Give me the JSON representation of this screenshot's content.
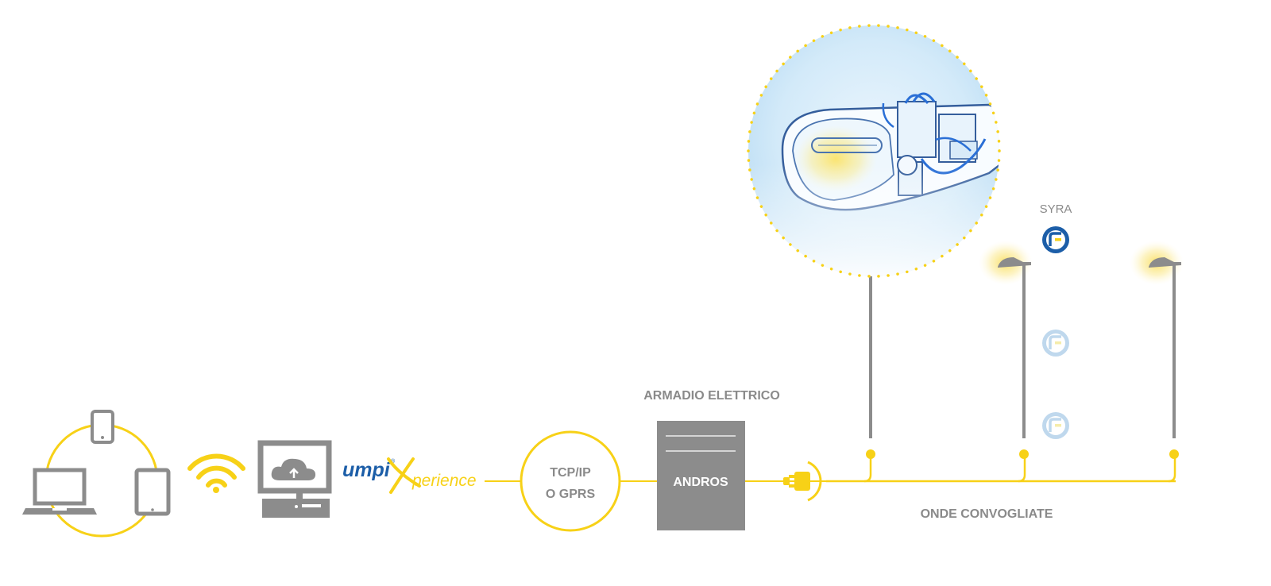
{
  "labels": {
    "cabinet_title": "ARMADIO ELETTRICO",
    "controller_name": "ANDROS",
    "network_line1": "TCP/IP",
    "network_line2": "O GPRS",
    "powerline": "ONDE CONVOGLIATE",
    "module_name": "SYRA"
  },
  "logo": {
    "part1": "umpi",
    "part2": "perience"
  },
  "colors": {
    "accent_yellow": "#f7d117",
    "device_gray": "#8c8c8c",
    "label_gray": "#8a8a8a",
    "brand_blue": "#1c5ea8",
    "faded_blue": "#b9d4ec",
    "bubble_light": "#eaf5fd",
    "bubble_mid": "#bfdff5"
  },
  "icons": [
    "smartphone-icon",
    "laptop-icon",
    "tablet-icon",
    "wifi-icon",
    "desktop-computer-icon",
    "cloud-upload-icon",
    "power-plug-icon",
    "syra-module-icon",
    "street-lamp-icon"
  ]
}
